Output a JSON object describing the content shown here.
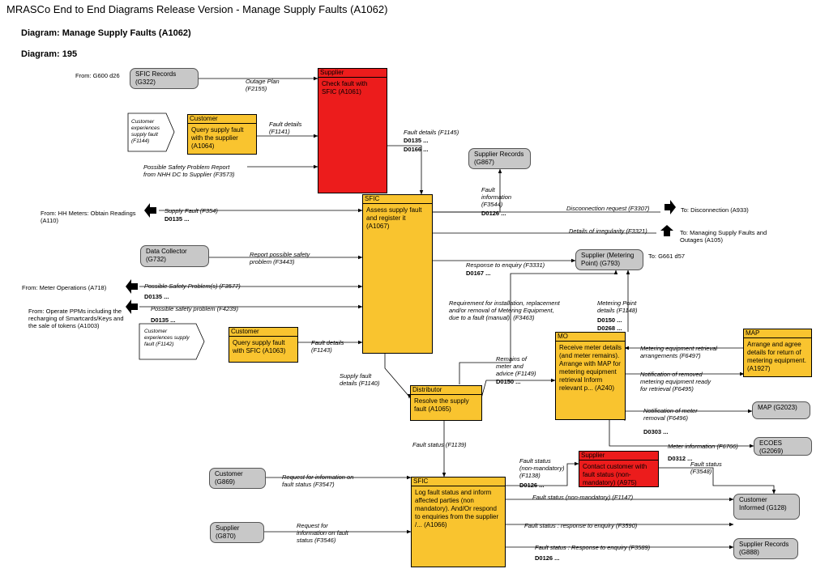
{
  "header": {
    "title": "MRASCo End to End Diagrams Release Version - Manage Supply Faults (A1062)",
    "diagram_name": "Diagram: Manage Supply Faults (A1062)",
    "diagram_number": "Diagram: 195"
  },
  "processes": {
    "supplier_check": {
      "role": "Supplier",
      "text": "Check fault with SFIC (A1061)"
    },
    "customer_query_supplier": {
      "role": "Customer",
      "text": "Query supply fault with the supplier (A1064)"
    },
    "sfic_assess": {
      "role": "SFIC",
      "text": "Assess supply fault and register it (A1067)"
    },
    "customer_query_sfic": {
      "role": "Customer",
      "text": "Query supply fault with SFIC (A1063)"
    },
    "distributor": {
      "role": "Distributor",
      "text": "Resolve the supply fault (A1065)"
    },
    "mo": {
      "role": "MO",
      "text": "Receive meter details (and meter remains). Arrange with MAP for metering equipment retrieval Inform relevant p... (A240)"
    },
    "map": {
      "role": "MAP",
      "text": "Arrange and agree details for return of metering equipment. (A1927)"
    },
    "supplier_contact": {
      "role": "Supplier",
      "text": "Contact customer with fault status (non-mandatory) (A975)"
    },
    "sfic_log": {
      "role": "SFIC",
      "text": "Log fault status and inform affected parties (non mandatory). And/Or respond to enquiries from the supplier /... (A1066)"
    }
  },
  "externals": {
    "sfic_records": "SFIC Records (G322)",
    "supplier_records_867": "Supplier Records (G867)",
    "data_collector": "Data Collector (G732)",
    "supplier_metering_point": "Supplier (Metering Point) (G793)",
    "map_g2023": "MAP (G2023)",
    "ecoes": "ECOES (G2069)",
    "customer_g869": "Customer (G869)",
    "supplier_g870": "Supplier (G870)",
    "customer_informed": "Customer Informed (G128)",
    "supplier_records_888": "Supplier Records (G888)"
  },
  "triggers": {
    "t1": [
      "Customer",
      "experiences",
      "supply fault",
      "(F1144)"
    ],
    "t2": [
      "Customer",
      "experiences supply",
      "fault (F1142)"
    ]
  },
  "labels": {
    "from_g600": "From: G600 d26",
    "outage_plan": [
      "Outage Plan",
      "(F2155)"
    ],
    "fault_details_f1141": [
      "Fault details",
      "(F1141)"
    ],
    "safety_report_nhh": [
      "Possible Safety Problem Report",
      "from NHH DC to Supplier (F3573)"
    ],
    "fault_details_f1145": "Fault details (F1145)",
    "d0135_a": "D0135 ...",
    "d0166": "D0166 ...",
    "from_hh_meters": [
      "From: HH Meters: Obtain Readings",
      "(A110)"
    ],
    "supply_fault_f354": "Supply Fault (F354)",
    "d0135_b": "D0135 ...",
    "fault_information": [
      "Fault",
      "information",
      "(F3544)"
    ],
    "d0126_a": "D0126 ...",
    "disconnection_request": "Disconnection request (F3307)",
    "to_disconnection": "To: Disconnection (A933)",
    "details_irregularity": "Details of irregularity (F3321)",
    "to_managing": [
      "To: Managing Supply Faults and",
      "Outages (A105)"
    ],
    "report_safety": [
      "Report possible safety",
      "problem (F3443)"
    ],
    "response_enquiry_f3331": "Response to enquiry (F3331)",
    "d0167": "D0167 ...",
    "to_g661": "To: G661 d57",
    "from_meter_ops": "From: Meter Operations (A718)",
    "safety_problems_f3577": "Possible Safety Problem(s) (F3577)",
    "d0135_c": "D0135 ...",
    "from_operate_ppms": [
      "From: Operate PPMs including the",
      "recharging of Smartcards/Keys and",
      "the sale of tokens (A1003)"
    ],
    "safety_problem_f4239": "Possible safety problem (F4239)",
    "d0135_d": "D0135 ...",
    "requirement_install": [
      "Requirement for installation, replacement",
      "and/or removal of Metering Equipment,",
      "due to a fault (manual). (F3463)"
    ],
    "metering_point_details": [
      "Metering Point",
      "details (F1148)"
    ],
    "d0150_a": "D0150 ...",
    "d0268": "D0268 ...",
    "fault_details_f1143": [
      "Fault details",
      "(F1143)"
    ],
    "remains_meter": [
      "Remains of",
      "meter and",
      "advice (F1149)"
    ],
    "d0150_b": "D0150 ...",
    "metering_retrieval": [
      "Metering equipment retrieval",
      "arrangements (F6497)"
    ],
    "notification_removed": [
      "Notification of removed",
      "metering equipment ready",
      "for retrieval (F6495)"
    ],
    "supply_fault_details_f1140": [
      "Supply fault",
      "details (F1140)"
    ],
    "notification_removal": [
      "Notification of meter",
      "removal (F6496)"
    ],
    "d0303": "D0303 ...",
    "meter_information": "Meter information (F6766)",
    "d0312": "D0312 ...",
    "fault_status_f1139": "Fault status (F1139)",
    "fault_status_nm": [
      "Fault status",
      "(non-mandatory)",
      "(F1138)"
    ],
    "d0126_b": "D0126 ...",
    "fault_status_f3548": [
      "Fault status",
      "(F3548)"
    ],
    "request_info_f3547": [
      "Request for information on",
      "fault status (F3547)"
    ],
    "fault_status_f1147": "Fault status (non-mandatory) (F1147)",
    "request_info_f3546": [
      "Request for",
      "information on fault",
      "status (F3546)"
    ],
    "fault_status_f3590": "Fault status : response to enquiry (F3590)",
    "fault_status_f3589": "Fault status : Response to enquiry (F3589)",
    "d0126_c": "D0126 ..."
  },
  "colors": {
    "process_fill": "#f9c42f",
    "supplier_fill": "#ec1c1c",
    "external_fill": "#c8c8c8",
    "line": "#000000"
  }
}
